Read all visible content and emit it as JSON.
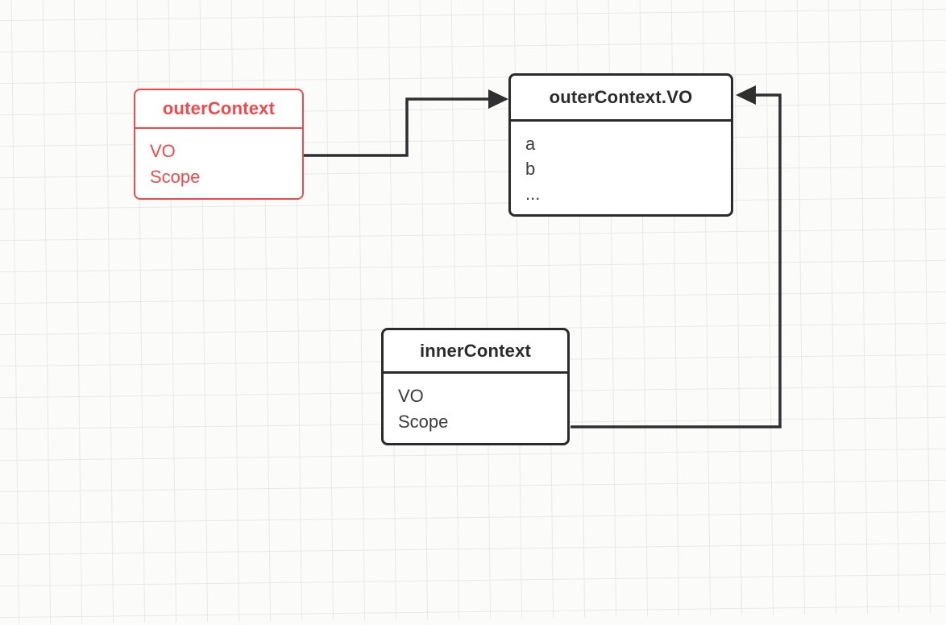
{
  "diagram": {
    "nodes": {
      "outer_context": {
        "title": "outerContext",
        "rows": [
          "VO",
          "Scope"
        ]
      },
      "outer_context_vo": {
        "title": "outerContext.VO",
        "rows": [
          "a",
          "b",
          "..."
        ]
      },
      "inner_context": {
        "title": "innerContext",
        "rows": [
          "VO",
          "Scope"
        ]
      }
    },
    "edges": [
      {
        "name": "outerContext-to-outerContextVO",
        "from": "outer_context",
        "to": "outer_context_vo"
      },
      {
        "name": "innerContext-to-outerContextVO",
        "from": "inner_context",
        "to": "outer_context_vo"
      }
    ],
    "colors": {
      "accent_red": "#f2494c",
      "stroke_dark": "#2b2b2b",
      "grid_line": "#e9e9e7",
      "background": "#fbfbfa"
    }
  }
}
